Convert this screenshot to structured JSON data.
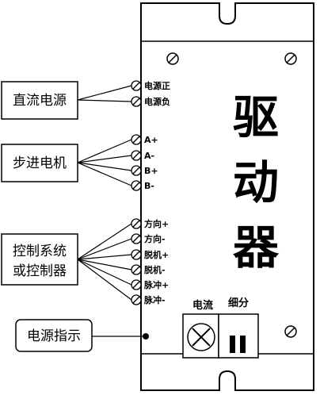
{
  "device_title": [
    "驱",
    "动",
    "器"
  ],
  "groups": [
    {
      "label_lines": [
        "直流电源"
      ],
      "terminals": [
        "电源正",
        "电源负"
      ]
    },
    {
      "label_lines": [
        "步进电机"
      ],
      "terminals": [
        "A+",
        "A-",
        "B+",
        "B-"
      ]
    },
    {
      "label_lines": [
        "控制系统",
        "或控制器"
      ],
      "terminals": [
        "方向+",
        "方向-",
        "脱机+",
        "脱机-",
        "脉冲+",
        "脉冲-"
      ]
    }
  ],
  "indicator_label": "电源指示",
  "current_label": "电流",
  "subdivision_label": "细分"
}
